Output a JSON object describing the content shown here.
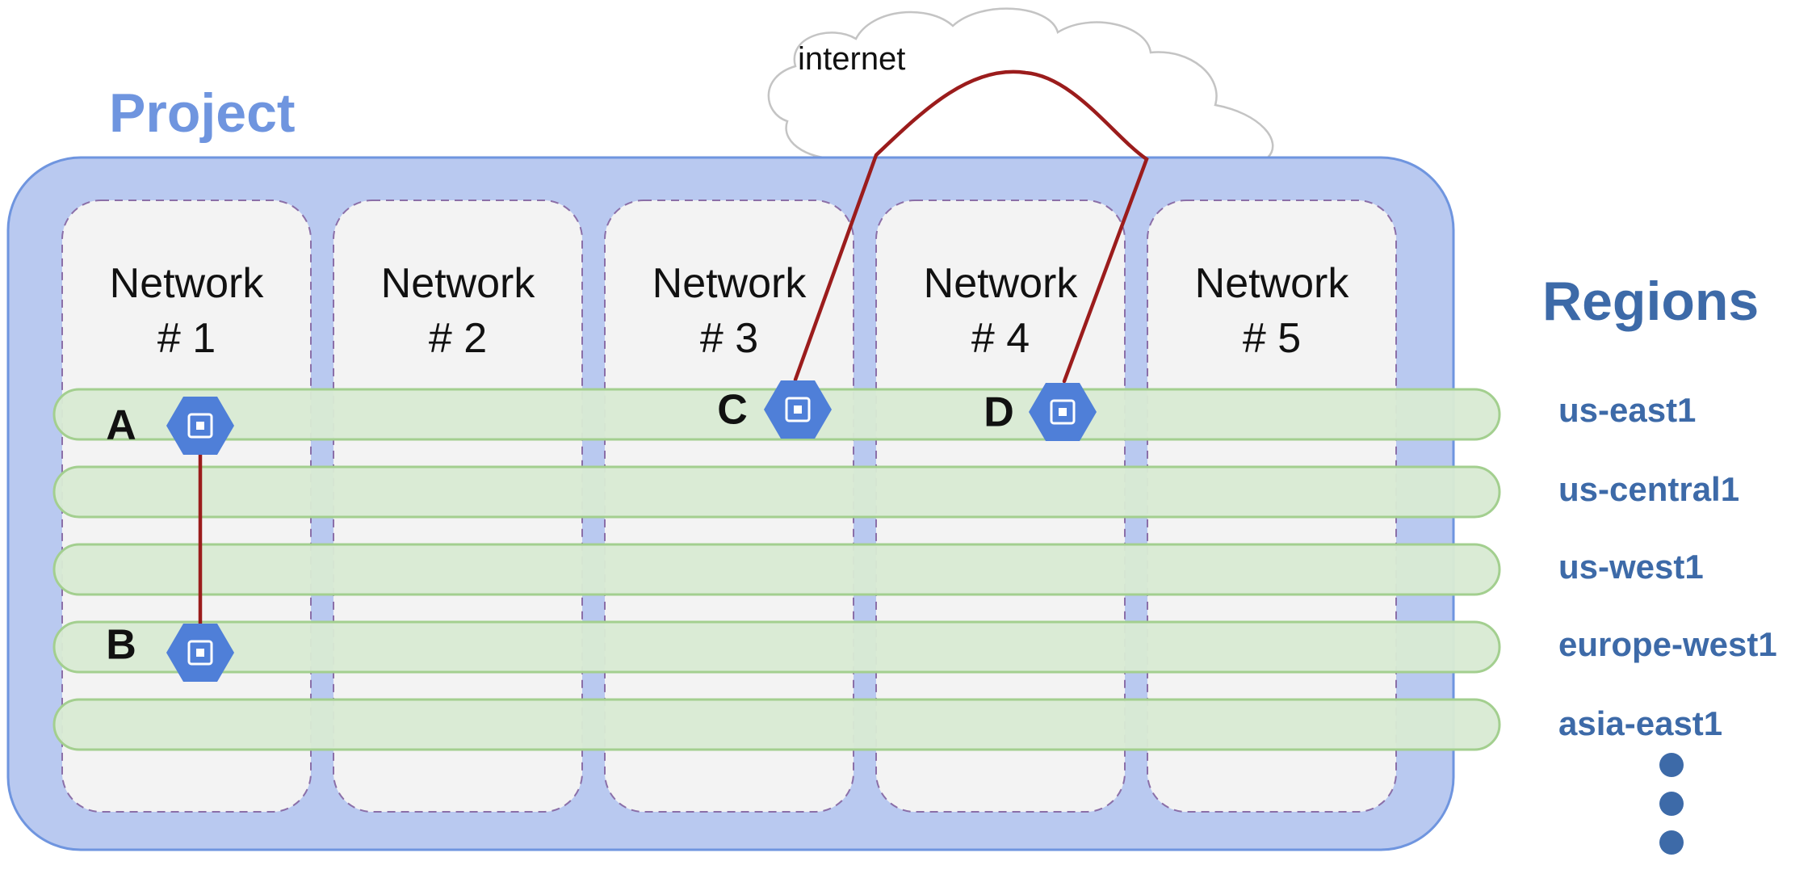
{
  "project": {
    "title": "Project"
  },
  "cloud": {
    "label": "internet"
  },
  "networks": [
    {
      "line1": "Network",
      "line2": "# 1"
    },
    {
      "line1": "Network",
      "line2": "# 2"
    },
    {
      "line1": "Network",
      "line2": "# 3"
    },
    {
      "line1": "Network",
      "line2": "# 4"
    },
    {
      "line1": "Network",
      "line2": "# 5"
    }
  ],
  "regions": {
    "title": "Regions",
    "items": [
      "us-east1",
      "us-central1",
      "us-west1",
      "europe-west1",
      "asia-east1"
    ]
  },
  "instances": [
    {
      "label": "A"
    },
    {
      "label": "B"
    },
    {
      "label": "C"
    },
    {
      "label": "D"
    }
  ],
  "colors": {
    "project_fill": "#b9c9f0",
    "project_stroke": "#6f95df",
    "project_title": "#6f95df",
    "network_fill": "#f3f3f3",
    "network_stroke": "#8b6fa8",
    "region_fill": "#d9ead3",
    "region_stroke": "#a3cf8f",
    "region_text": "#3d6aa8",
    "instance_fill": "#4f7fd8",
    "connection": "#9b1c1c",
    "cloud_fill": "#ffffff",
    "cloud_stroke": "#c4c4c4"
  },
  "icons": {
    "instance": "compute-engine-hexagon-icon",
    "more": "vertical-ellipsis-icon"
  }
}
